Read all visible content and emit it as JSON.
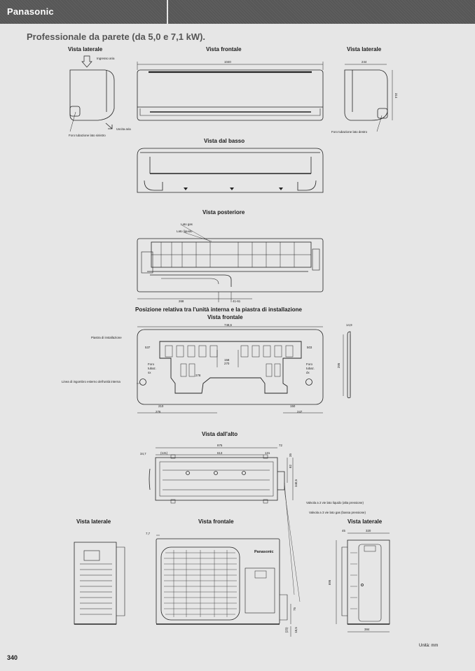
{
  "header": {
    "brand": "Panasonic"
  },
  "title": "Professionale da parete (da 5,0 e 7,1 kW).",
  "indoor": {
    "side_left_label": "Vista laterale",
    "front_label": "Vista frontale",
    "side_right_label": "Vista laterale",
    "air_in": "Ingresso aria",
    "air_out": "Uscita aria",
    "pipe_hole_left": "Foro tubazione lato sinistro",
    "pipe_hole_right": "Foro tubazione lato destro",
    "dim_width": "1040",
    "dim_depth": "244",
    "dim_height": "314",
    "bottom_label": "Vista dal basso",
    "rear_label": "Vista posteriore",
    "gas_side": "Lato gas",
    "liquid_side": "Lato liquido",
    "dim_268": "268",
    "dim_41": "41-61"
  },
  "plate": {
    "title": "Posizione relativa tra l'unità interna e la piastra di installazione",
    "front_label": "Vista frontale",
    "plate_label": "Piastra di installazione",
    "outline_label": "Linea di ingombro esterno dell'unità interna",
    "hole_left": "Foro tubaz. sx",
    "hole_right": "Foro tubaz. dx",
    "dim_7486": "748,6",
    "dim_537": "537",
    "dim_503": "503",
    "dim_158": "158",
    "dim_270": "270",
    "dim_278": "278",
    "dim_210": "210",
    "dim_276": "276",
    "dim_150": "150",
    "dim_247": "247",
    "dim_149": "14,9",
    "dim_295": "295"
  },
  "outdoor": {
    "top_label": "Vista dall'alto",
    "dim_875": "875",
    "dim_72": "72",
    "dim_347": "34,7",
    "dim_131a": "(131)",
    "dim_613": "613",
    "dim_131b": "131",
    "dim_35": "35",
    "dim_82": "82",
    "dim_3405": "340,5",
    "valve_liquid": "Valvola a 2 vie lato liquido (alta pressione)",
    "valve_gas": "Valvola a 3 vie lato gas (bassa pressione)",
    "side_left_label": "Vista laterale",
    "front_label": "Vista frontale",
    "side_right_label": "Vista laterale",
    "dim_77": "7,7",
    "dim_695": "695",
    "dim_45": "45",
    "dim_320": "320",
    "dim_75": "75",
    "dim_25": "(25)",
    "dim_185": "18,5",
    "dim_384": "384",
    "logo": "Panasonic"
  },
  "footer": {
    "page": "340",
    "unit": "Unità: mm"
  }
}
